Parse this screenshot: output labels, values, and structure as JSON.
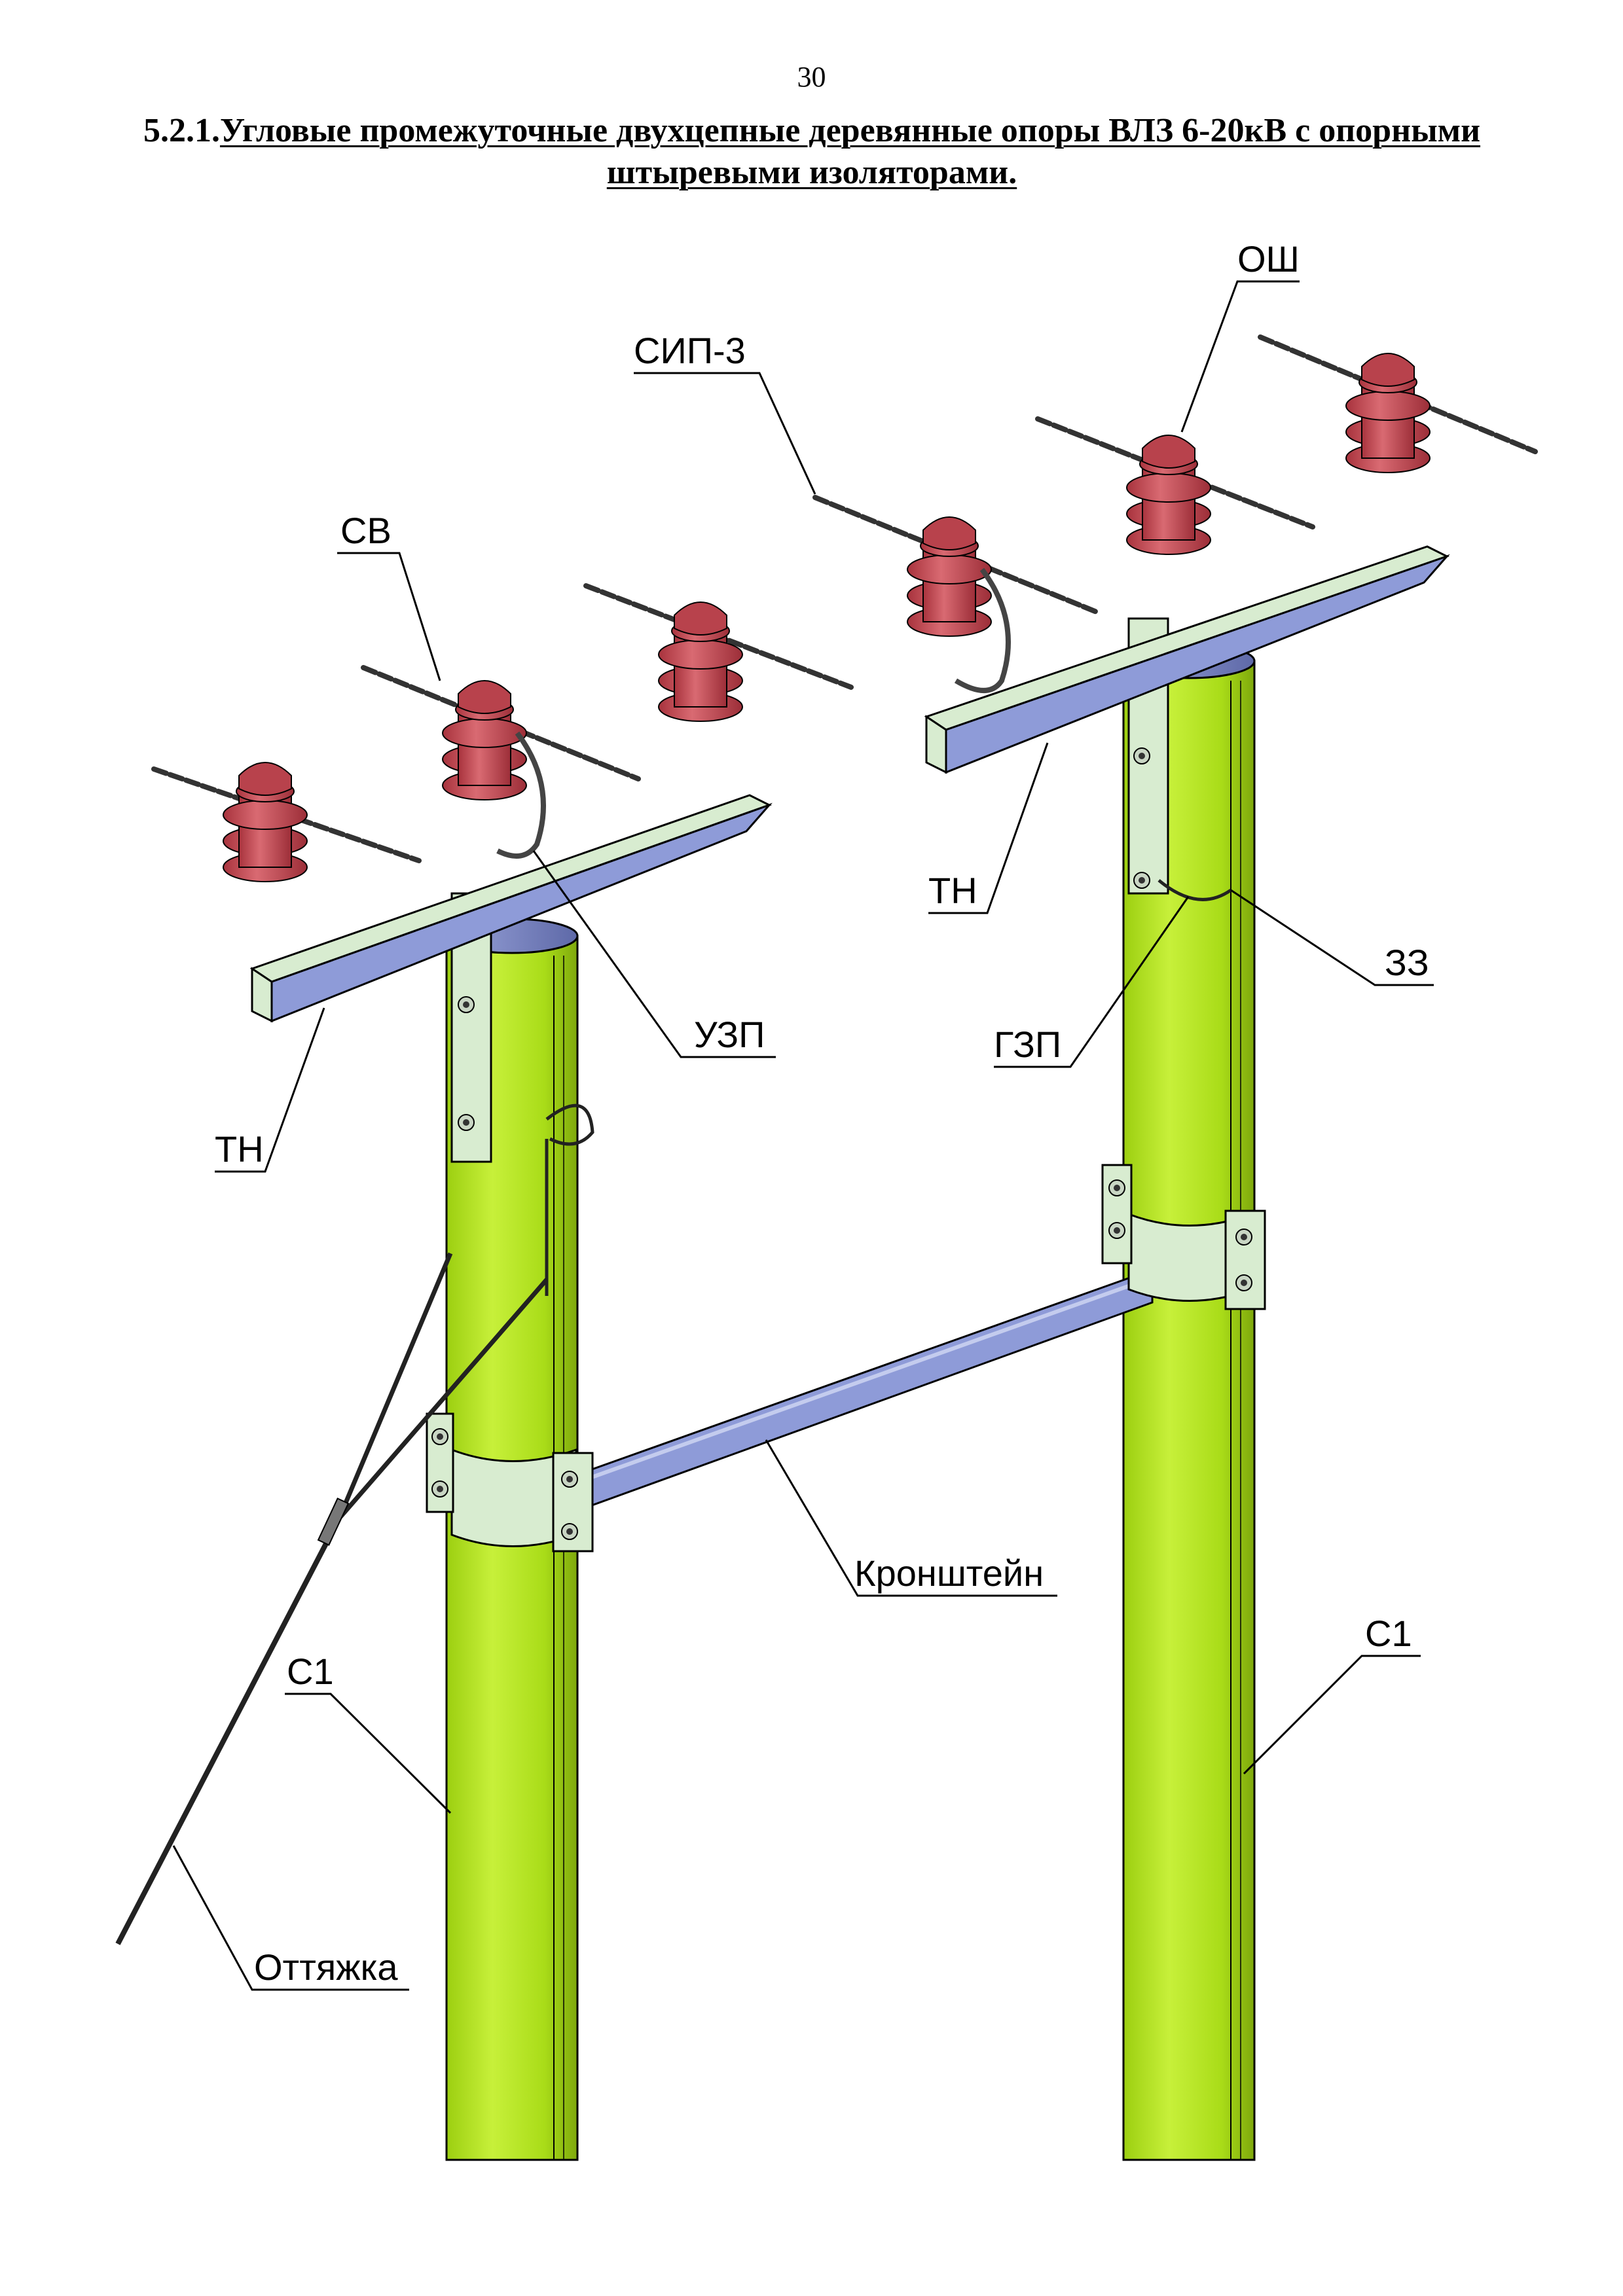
{
  "page_number": "30",
  "heading": {
    "number": "5.2.1.",
    "line1": "Угловые промежуточные двухцепные деревянные опоры ВЛЗ 6-20кВ с опорными",
    "line2": "штыревыми изоляторами."
  },
  "labels": {
    "osh": "ОШ",
    "sip3": "СИП-3",
    "sv": "СВ",
    "tn_right": "ТН",
    "zz": "ЗЗ",
    "gzp": "ГЗП",
    "uzp": "УЗП",
    "tn_left": "ТН",
    "bracket": "Кронштейн",
    "c1_right": "С1",
    "c1_left": "С1",
    "guy": "Оттяжка"
  },
  "colors": {
    "pole": "#b5e61d",
    "insulator": "#c8505a",
    "crossarm": "#d8ecd0",
    "crossarm_side": "#8e9bd8",
    "bracket": "#8e9bd8",
    "clamp": "#d8ecd0",
    "wire": "#333333"
  }
}
